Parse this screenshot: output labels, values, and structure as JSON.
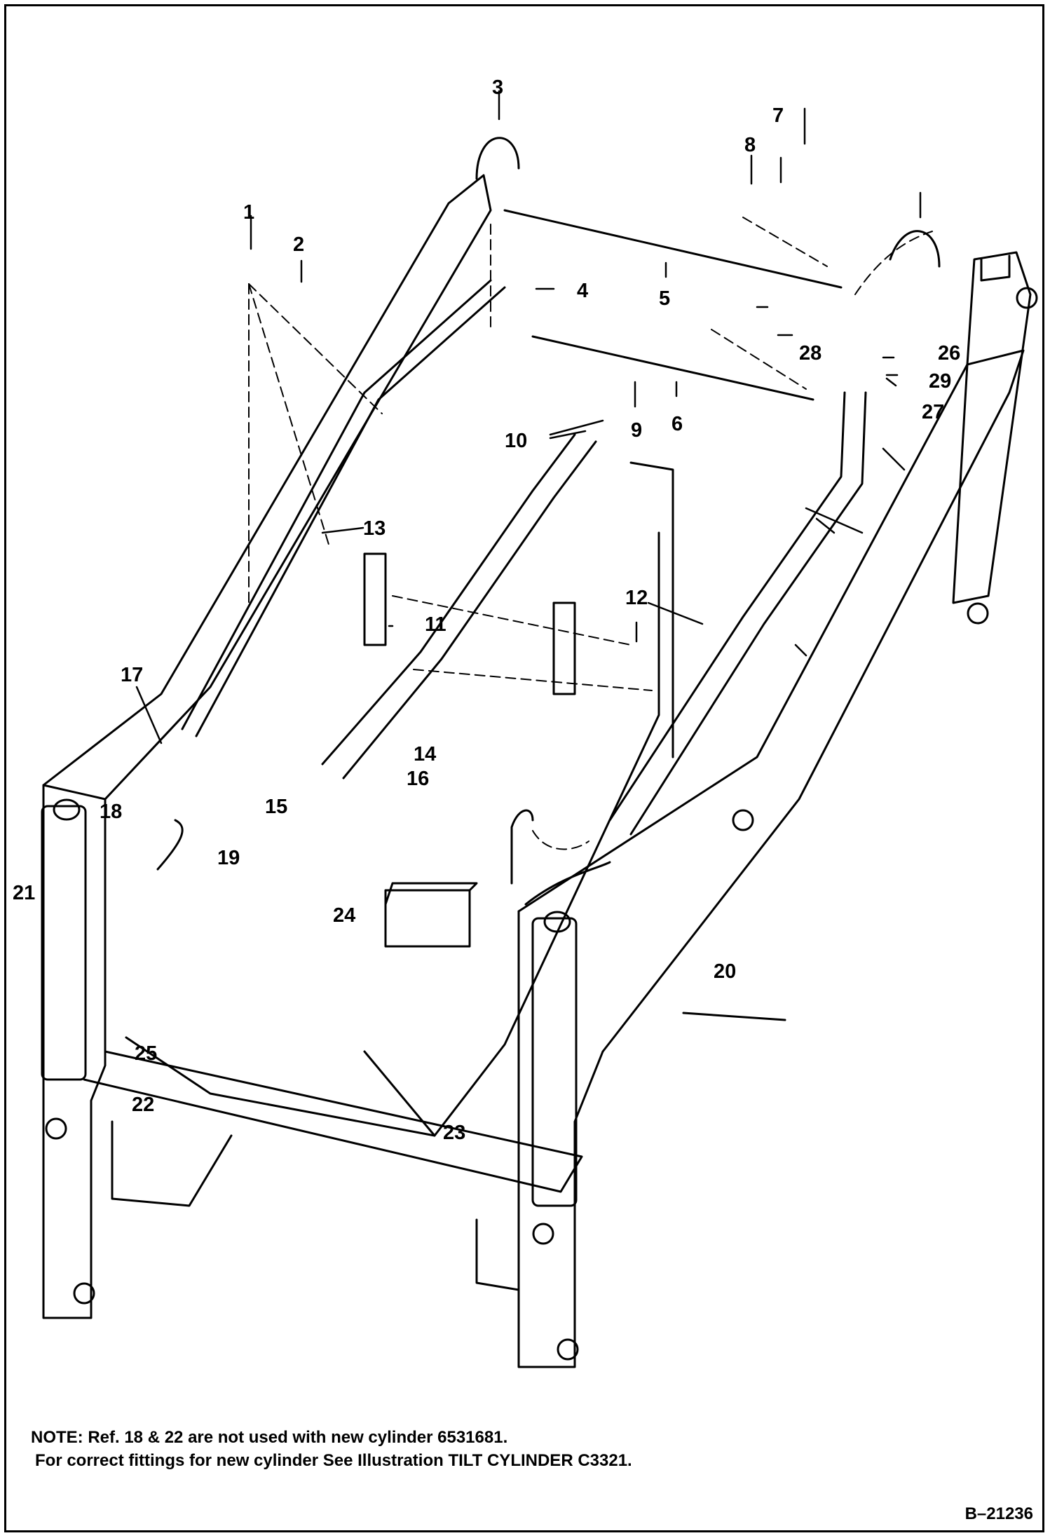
{
  "diagram": {
    "callouts": [
      "1",
      "2",
      "3",
      "4",
      "5",
      "6",
      "7",
      "8",
      "9",
      "10",
      "11",
      "12",
      "13",
      "14",
      "15",
      "16",
      "17",
      "18",
      "19",
      "20",
      "21",
      "22",
      "23",
      "24",
      "25",
      "26",
      "27",
      "28",
      "29"
    ]
  },
  "note": {
    "line1": "NOTE: Ref. 18 & 22 are not used with new cylinder 6531681.",
    "line2": "For correct fittings for new cylinder See Illustration TILT CYLINDER C3321."
  },
  "figure_ref": "B–21236",
  "colors": {
    "ink": "#000000",
    "paper": "#ffffff"
  }
}
